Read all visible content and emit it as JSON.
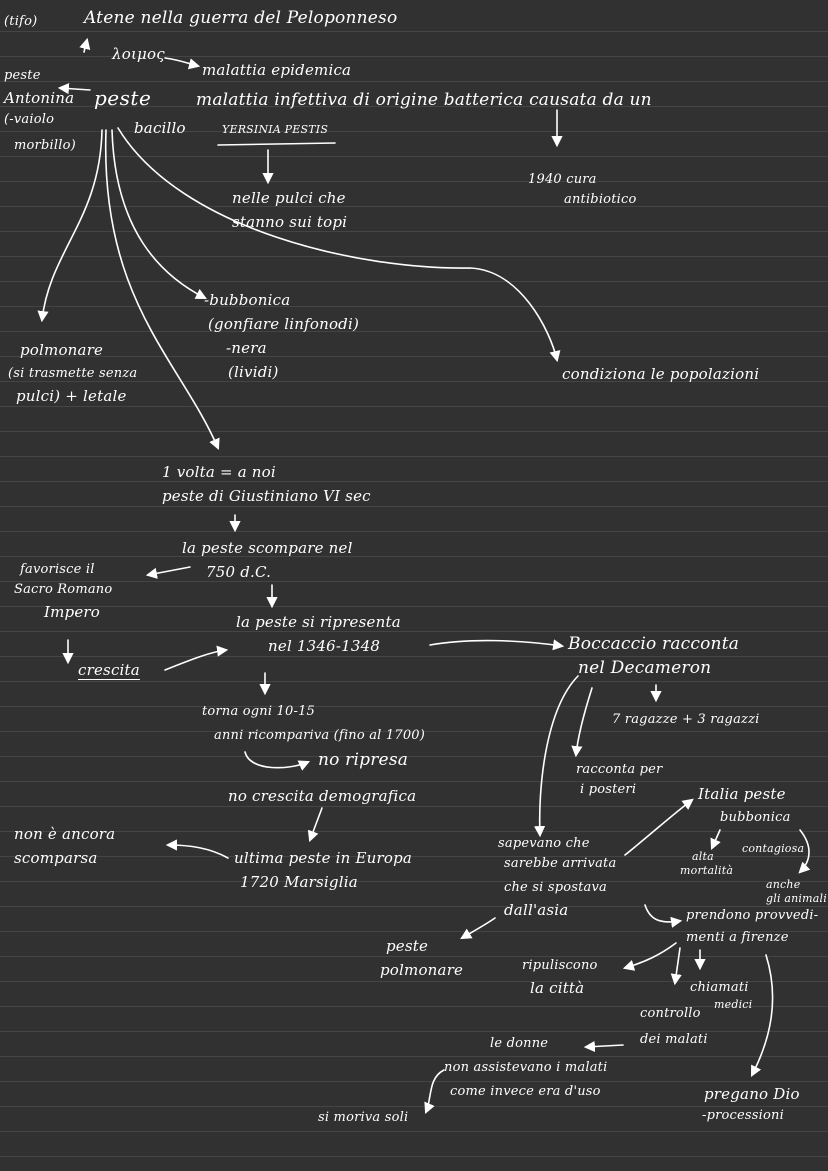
{
  "tifo": "(tifo)",
  "atene": "Atene nella guerra del Peloponneso",
  "loimos": "λοιμος",
  "malattia_epidemica": "malattia epidemica",
  "peste_antonina": [
    "peste",
    "Antonina",
    "(-vaiolo",
    "morbillo)"
  ],
  "peste": "peste",
  "definizione": "malattia infettiva di origine batterica causata da un",
  "bacillo": "bacillo",
  "yersinia": "YERSINIA PESTIS",
  "pulci": [
    "nelle pulci che",
    "stanno sui topi"
  ],
  "cura": [
    "1940 cura",
    "antibiotico"
  ],
  "bubbonica": [
    "-bubbonica",
    "(gonfiare linfonodi)",
    "-nera",
    "(lividi)"
  ],
  "polmonare": [
    "polmonare",
    "(si trasmette senza",
    "pulci) + letale"
  ],
  "condiziona": "condiziona le popolazioni",
  "prima_volta": [
    "1 volta = a noi",
    "peste di Giustiniano VI sec"
  ],
  "scompare": [
    "la peste scompare nel",
    "750 d.C."
  ],
  "favorisce": [
    "favorisce il",
    "Sacro Romano",
    "Impero"
  ],
  "crescita": "crescita",
  "ripresenta": [
    "la peste si ripresenta",
    "nel 1346-1348"
  ],
  "boccaccio": [
    "Boccaccio racconta",
    "nel Decameron"
  ],
  "torna": [
    "torna ogni 10-15",
    "anni ricompariva (fino al 1700)"
  ],
  "no_ripresa": "no ripresa",
  "no_crescita": "no crescita demografica",
  "ragazze": "7 ragazze + 3 ragazzi",
  "posteri": [
    "racconta per",
    "i posteri"
  ],
  "italia": [
    "Italia peste",
    "bubbonica"
  ],
  "alta": [
    "alta",
    "mortalità"
  ],
  "contagiosa": "contagiosa",
  "anche": [
    "anche",
    "gli animali"
  ],
  "non_scomparsa": [
    "non è ancora",
    "scomparsa"
  ],
  "ultima": [
    "ultima peste in Europa",
    "1720 Marsiglia"
  ],
  "sapevano": [
    "sapevano che",
    "sarebbe arrivata",
    "che si spostava",
    "dall'asia"
  ],
  "provvedimenti": [
    "prendono provvedi-",
    "menti a firenze"
  ],
  "peste_polmonare": [
    "peste",
    "polmonare"
  ],
  "ripuliscono": [
    "ripuliscono",
    "la città"
  ],
  "chiamati": [
    "chiamati",
    "medici"
  ],
  "controllo": [
    "controllo",
    "dei malati"
  ],
  "donne": "le donne",
  "assistevano": [
    "non assistevano i malati",
    "come invece era d'uso"
  ],
  "moriva": "si moriva soli",
  "pregano": [
    "pregano Dio",
    "-processioni"
  ]
}
